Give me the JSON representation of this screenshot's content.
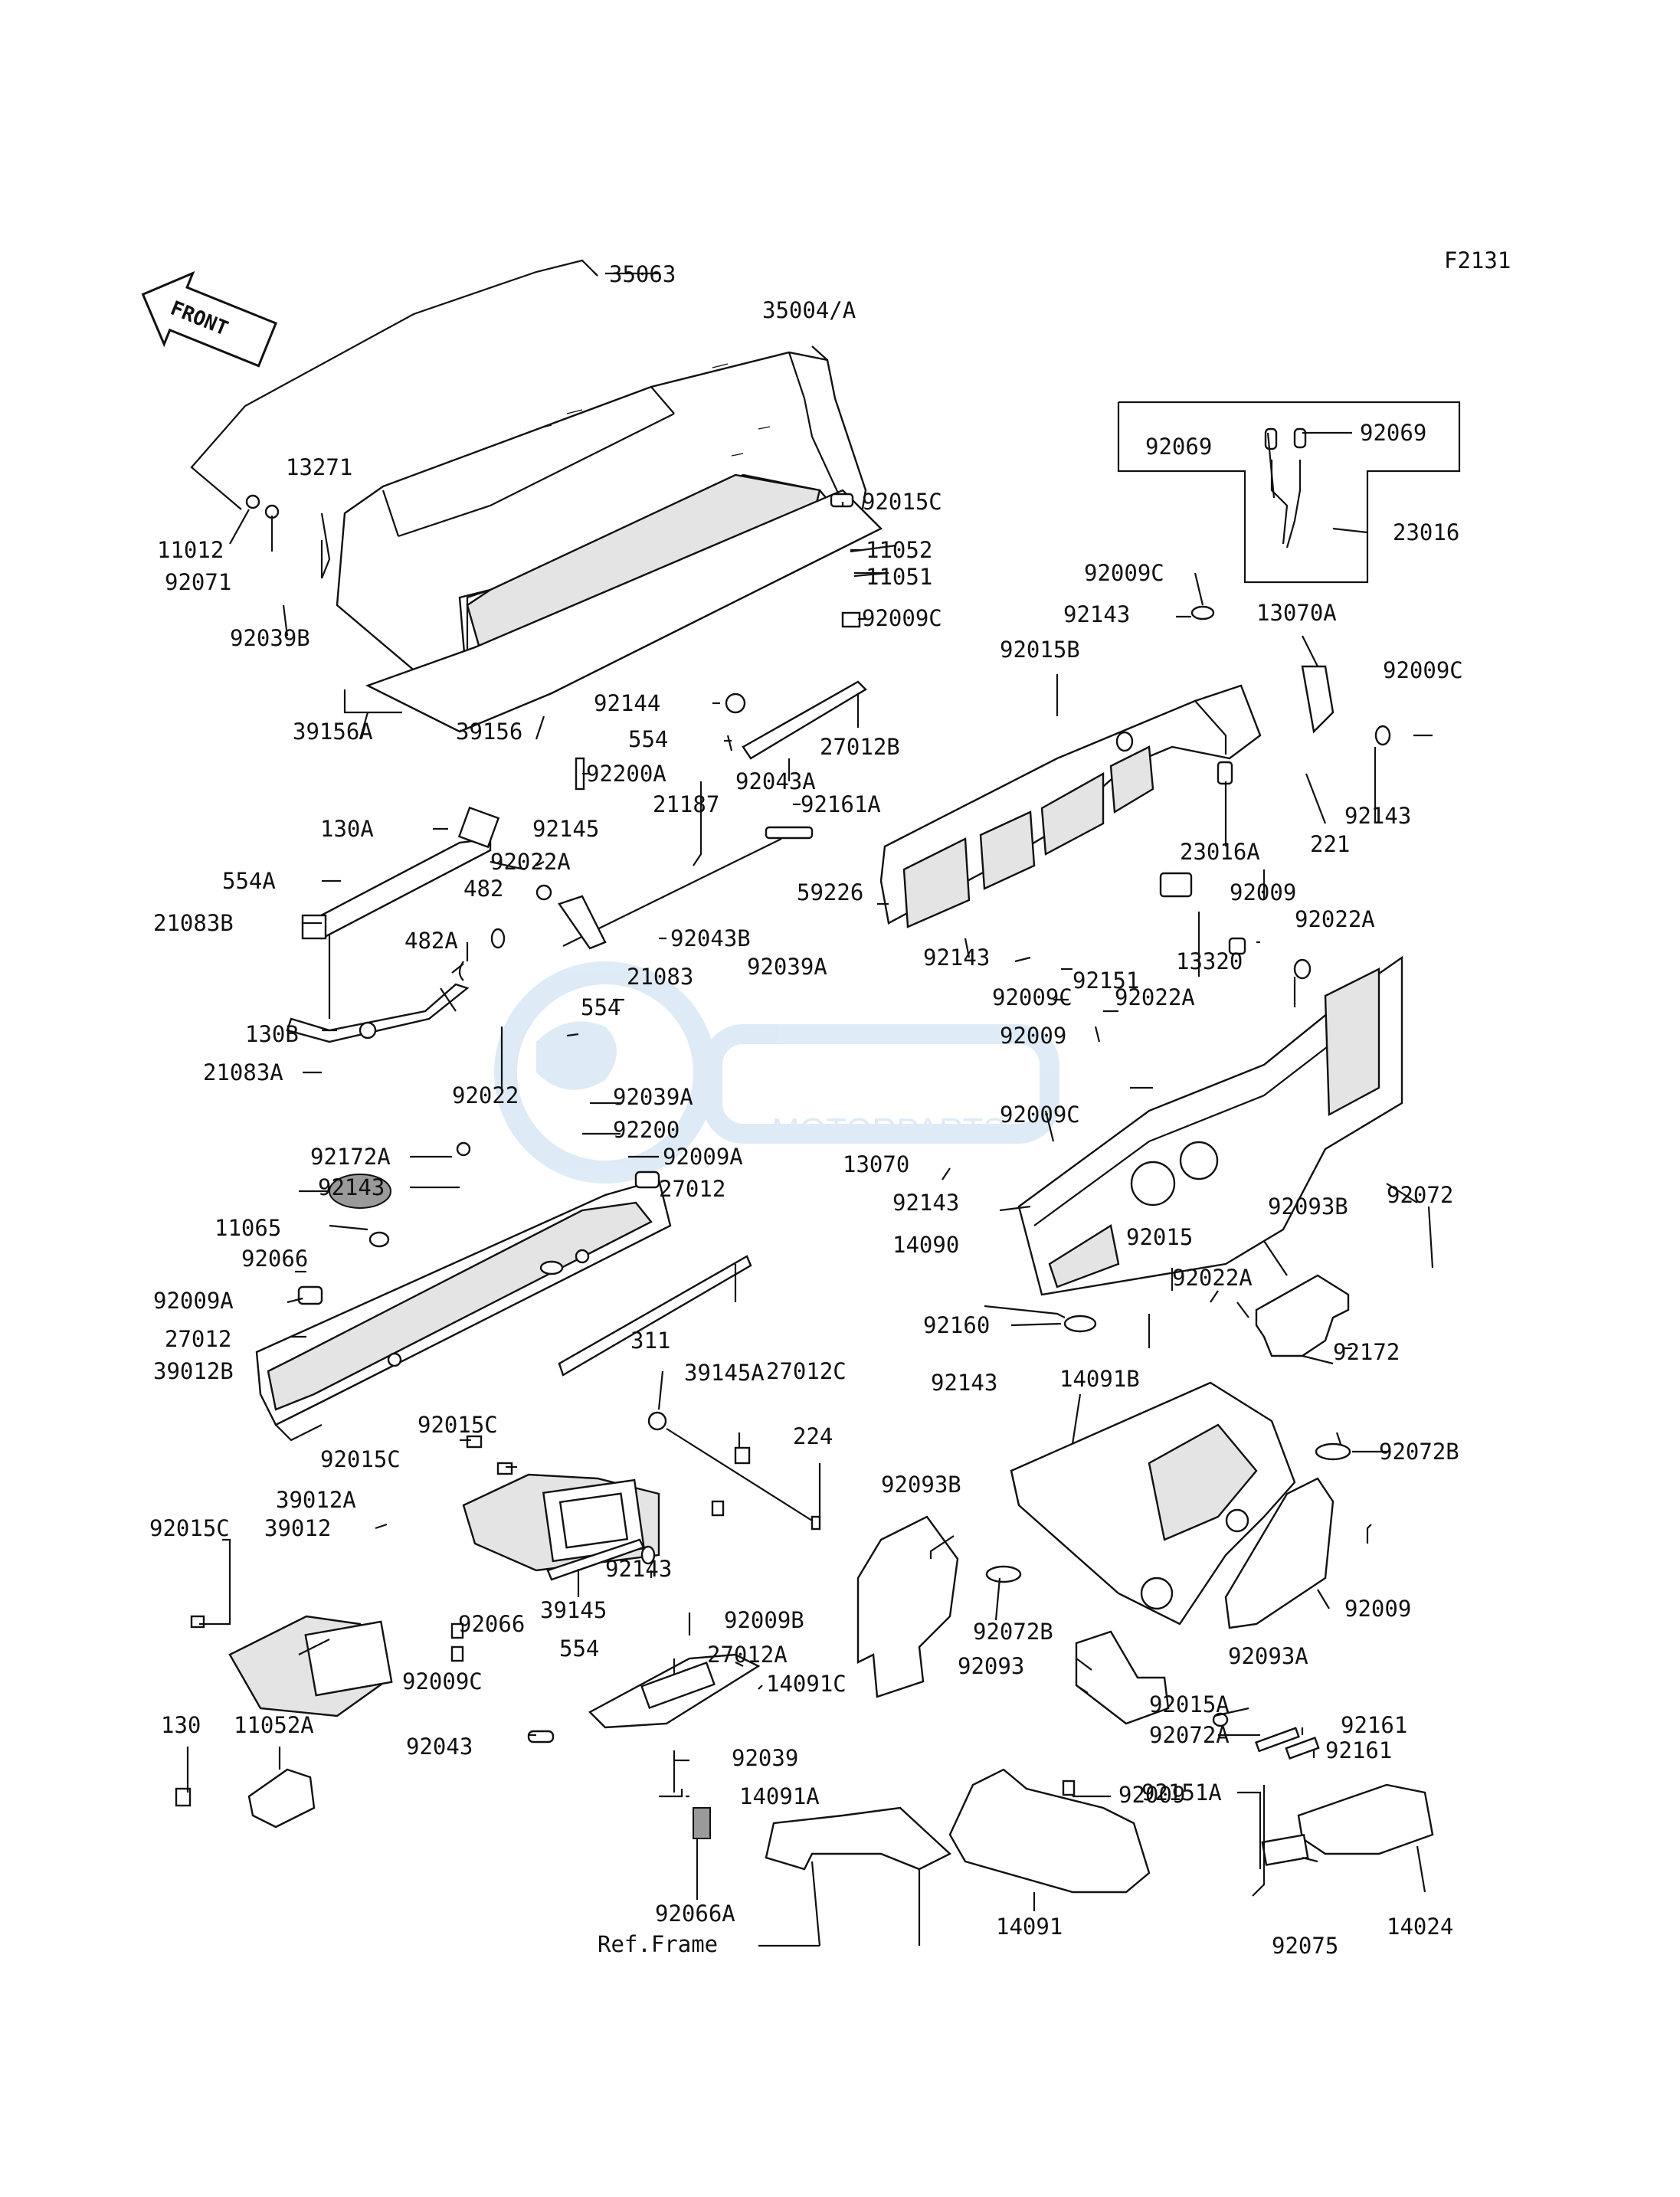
{
  "diagram": {
    "figure_code": "F2131",
    "front_arrow_text": "FRONT",
    "watermark_text": "MOTORPARTS",
    "colors": {
      "ink": "#111111",
      "paper": "#ffffff",
      "watermark": "#9cc3e6"
    },
    "part_labels": [
      "35063",
      "35004/A",
      "11012",
      "92071",
      "13271",
      "92039B",
      "39156A",
      "39156",
      "92200A",
      "11052",
      "11051",
      "92015C",
      "92009C",
      "92144",
      "554",
      "27012B",
      "92043A",
      "21187",
      "92161A",
      "130A",
      "92145",
      "554A",
      "21083B",
      "482",
      "92022A",
      "92043B",
      "482A",
      "21083",
      "92039A",
      "554",
      "130B",
      "21083A",
      "92022",
      "92039A",
      "92200",
      "92172A",
      "92009A",
      "92143",
      "11065",
      "92066",
      "27012",
      "92009A",
      "27012",
      "39012B",
      "39145A",
      "311",
      "27012C",
      "224",
      "92015C",
      "92015C",
      "39012A",
      "39012",
      "92015C",
      "92066",
      "92143",
      "39145",
      "92009C",
      "92143",
      "92009B",
      "27012A",
      "554",
      "14091C",
      "92043",
      "92039",
      "14091A",
      "130",
      "11052A",
      "92066A",
      "Ref.Frame",
      "14091",
      "92009",
      "92069",
      "92069",
      "23016",
      "92009C",
      "92143",
      "13070A",
      "92015B",
      "92009C",
      "221",
      "23016A",
      "92143",
      "59226",
      "92009",
      "92022A",
      "13320",
      "92151",
      "92143",
      "92009C",
      "92022A",
      "92009",
      "92009C",
      "13070",
      "92143",
      "92072",
      "14090",
      "92015",
      "92093B",
      "92022A",
      "92160",
      "92172",
      "14091B",
      "92072B",
      "92093B",
      "92072B",
      "92093",
      "92009",
      "92093A",
      "92015A",
      "92161",
      "92072A",
      "92161",
      "92151A",
      "92075",
      "14024"
    ]
  }
}
